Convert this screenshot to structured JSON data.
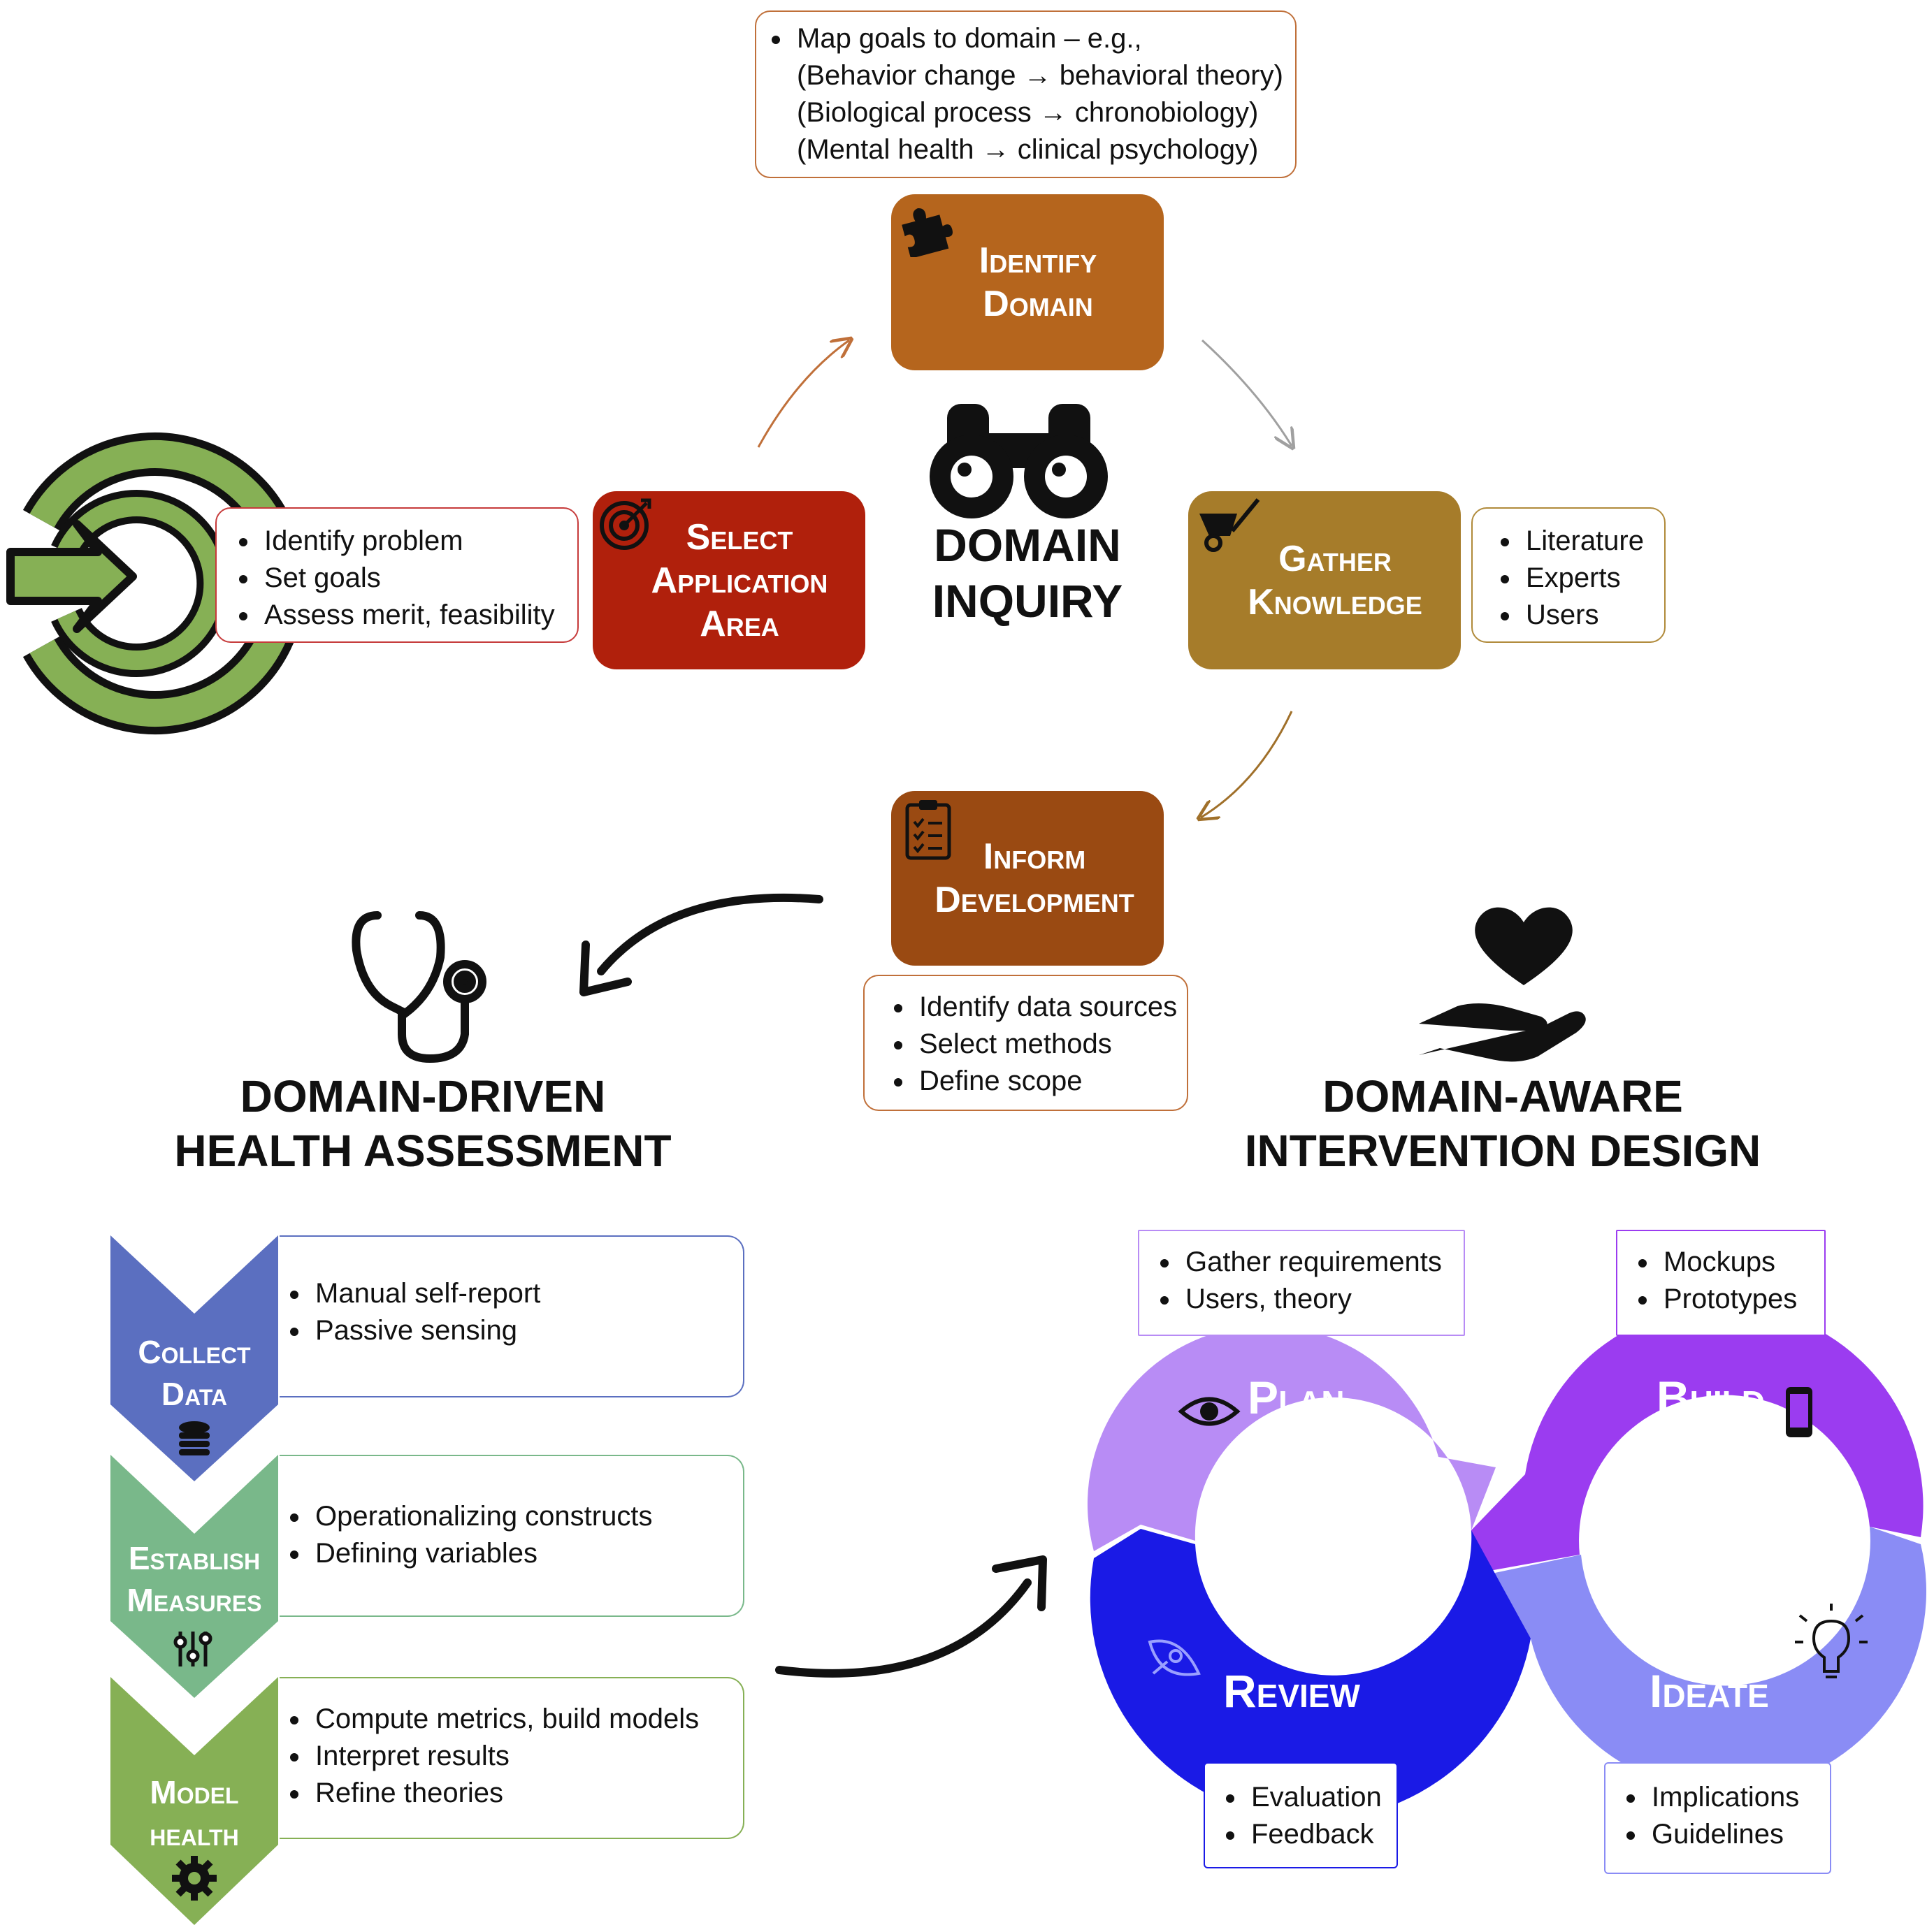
{
  "domain_inquiry": {
    "title_line1": "DOMAIN",
    "title_line2": "INQUIRY",
    "identify_domain": {
      "line1": "Identify",
      "line2": "Domain",
      "notes": [
        "Map goals to domain – e.g.,",
        "(Behavior change → behavioral theory)",
        "(Biological process → chronobiology)",
        "(Mental health → clinical psychology)"
      ]
    },
    "select_application_area": {
      "line1": "Select",
      "line2": "Application",
      "line3": "Area",
      "notes": [
        "Identify problem",
        "Set goals",
        "Assess merit, feasibility"
      ]
    },
    "gather_knowledge": {
      "line1": "Gather",
      "line2": "Knowledge",
      "notes": [
        "Literature",
        "Experts",
        "Users"
      ]
    },
    "inform_development": {
      "line1": "Inform",
      "line2": "Development",
      "notes": [
        "Identify data sources",
        "Select methods",
        "Define scope"
      ]
    }
  },
  "health_assessment": {
    "title_line1": "DOMAIN-DRIVEN",
    "title_line2": "HEALTH ASSESSMENT",
    "steps": [
      {
        "line1": "Collect",
        "line2": "Data",
        "notes": [
          "Manual self-report",
          "Passive sensing"
        ],
        "color": "#5b6fc0"
      },
      {
        "line1": "Establish",
        "line2": "Measures",
        "notes": [
          "Operationalizing constructs",
          "Defining variables"
        ],
        "color": "#79b88a"
      },
      {
        "line1": "Model",
        "line2": "health",
        "notes": [
          "Compute metrics, build models",
          "Interpret results",
          "Refine theories"
        ],
        "color": "#86b055"
      }
    ]
  },
  "intervention_design": {
    "title_line1": "DOMAIN-AWARE",
    "title_line2": "INTERVENTION DESIGN",
    "plan": {
      "label": "Plan",
      "notes": [
        "Gather requirements",
        "Users, theory"
      ]
    },
    "build": {
      "label": "Build",
      "notes": [
        "Mockups",
        "Prototypes"
      ]
    },
    "review": {
      "label": "Review",
      "notes": [
        "Evaluation",
        "Feedback"
      ]
    },
    "ideate": {
      "label": "Ideate",
      "notes": [
        "Implications",
        "Guidelines"
      ]
    }
  },
  "colors": {
    "identify": "#b5651d",
    "select": "#b0200c",
    "gather": "#a67c2a",
    "inform": "#9a4a12",
    "plan": "#b88cf5",
    "build": "#9b3cf0",
    "review": "#1a1ae6",
    "ideate": "#8a8cf5"
  }
}
